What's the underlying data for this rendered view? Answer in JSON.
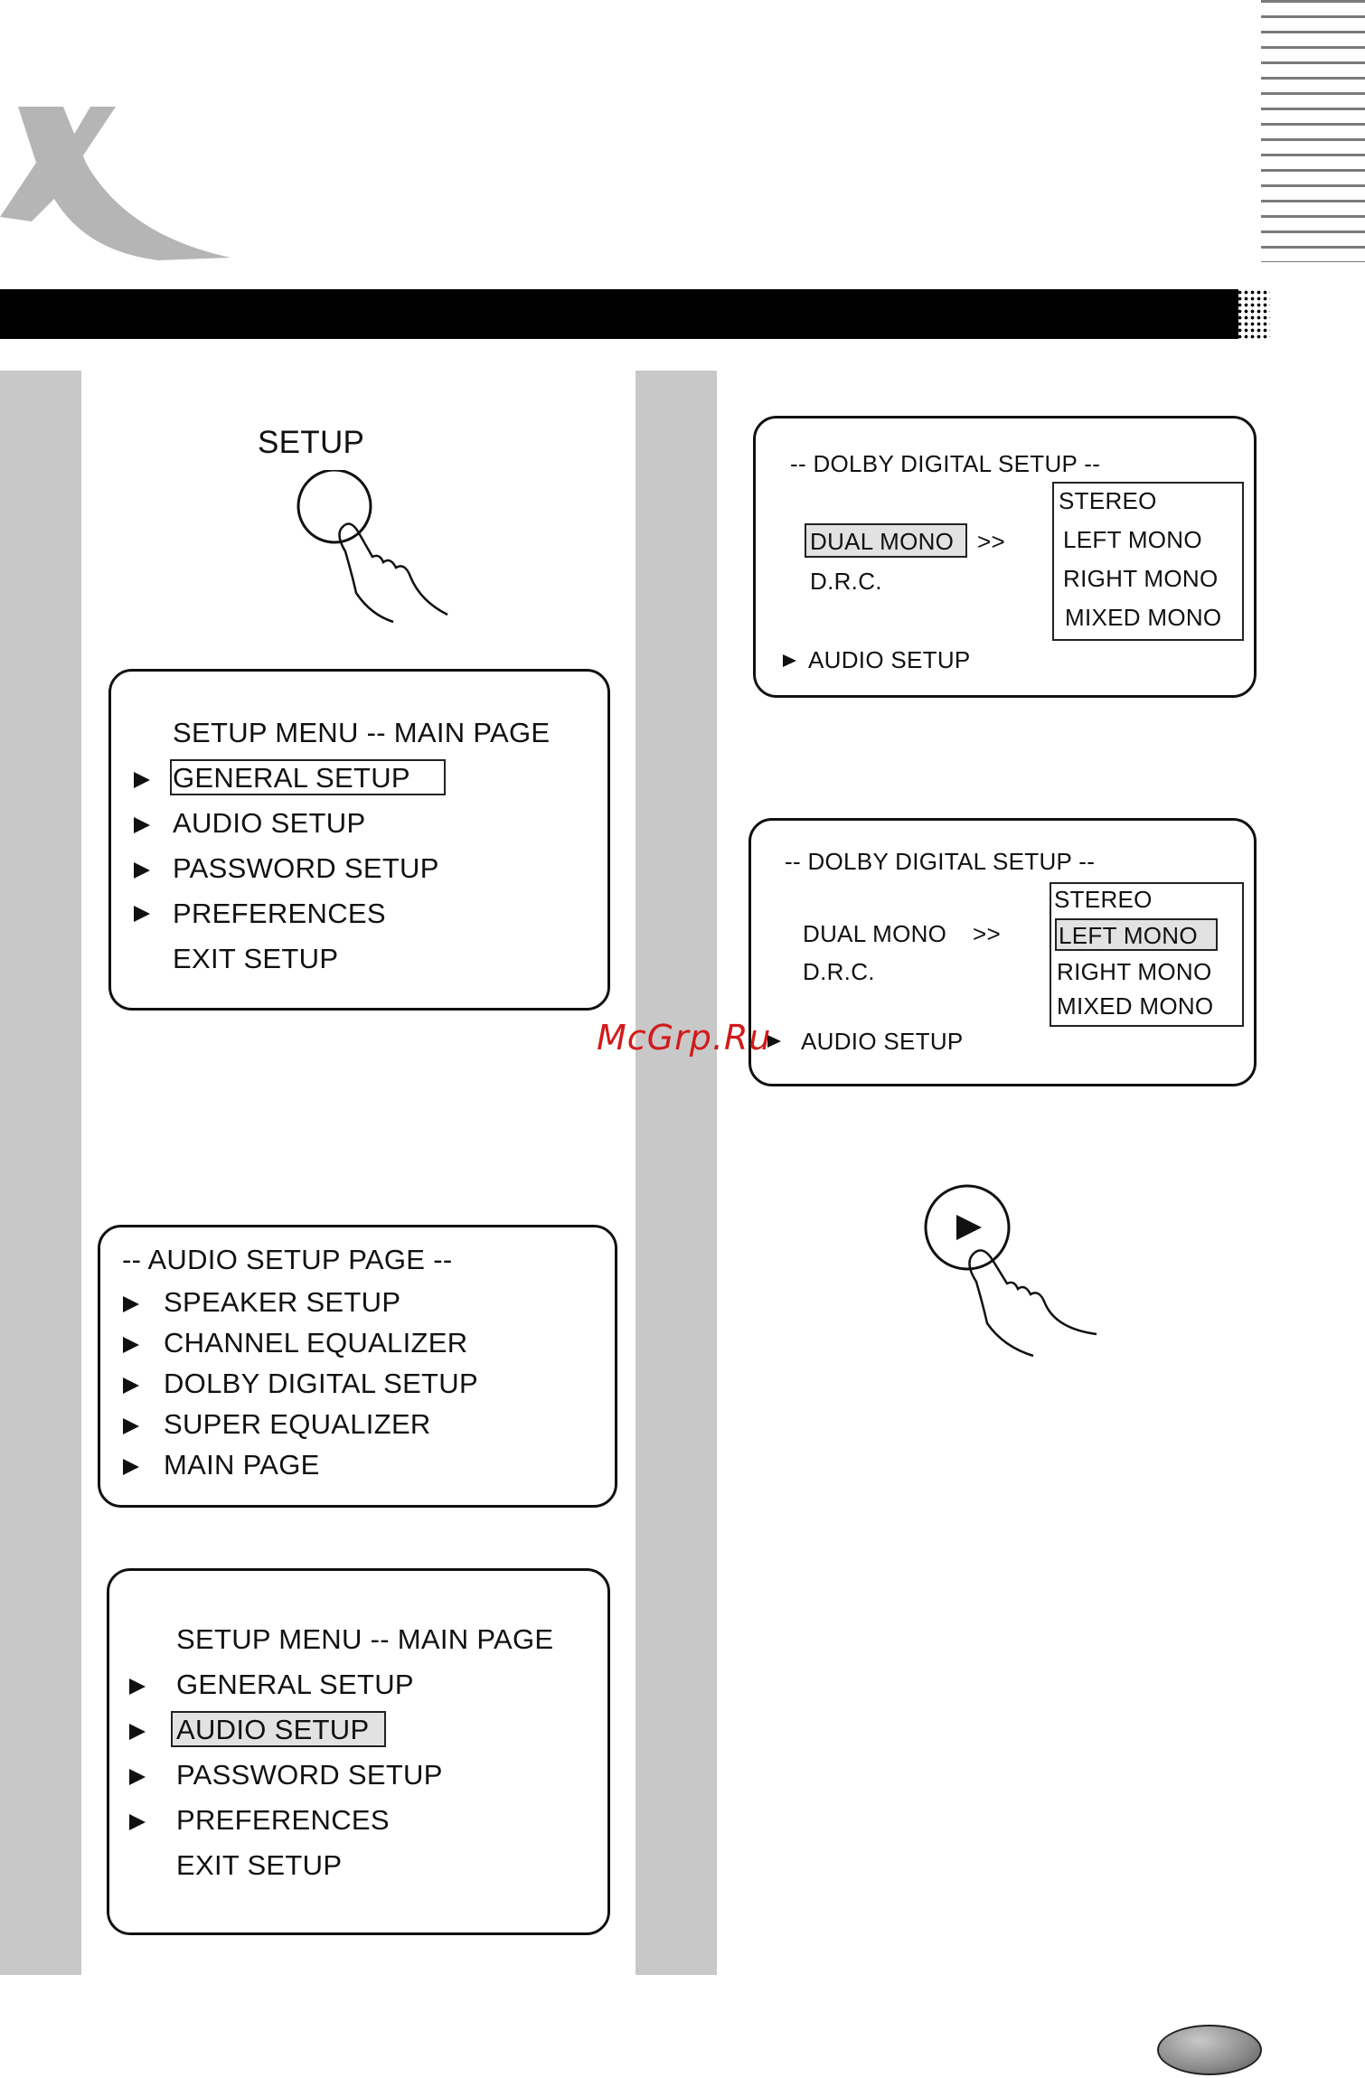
{
  "header": {
    "logo": "x-logo-icon"
  },
  "setup_button": {
    "label": "SETUP",
    "icon": "hand-press-icon"
  },
  "main_menu_1": {
    "title": "SETUP MENU -- MAIN PAGE",
    "items": [
      "GENERAL  SETUP",
      "AUDIO SETUP",
      "PASSWORD SETUP",
      "PREFERENCES",
      "EXIT SETUP"
    ],
    "selected": "GENERAL  SETUP"
  },
  "audio_page": {
    "title": "-- AUDIO SETUP PAGE --",
    "items": [
      "SPEAKER SETUP",
      "CHANNEL EQUALIZER",
      "DOLBY DIGITAL SETUP",
      "SUPER EQUALIZER",
      "MAIN PAGE"
    ]
  },
  "main_menu_2": {
    "title": "SETUP MENU -- MAIN PAGE",
    "items": [
      "GENERAL  SETUP",
      "AUDIO SETUP",
      "PASSWORD SETUP",
      "PREFERENCES",
      "EXIT SETUP"
    ],
    "selected": "AUDIO SETUP"
  },
  "dolby_1": {
    "title": "-- DOLBY DIGITAL SETUP --",
    "dual_mono": "DUAL MONO",
    "chevron": ">>",
    "drc": "D.R.C.",
    "audio_setup": "AUDIO SETUP",
    "options": [
      "STEREO",
      "LEFT MONO",
      "RIGHT MONO",
      "MIXED MONO"
    ],
    "selected": "DUAL MONO"
  },
  "dolby_2": {
    "title": "-- DOLBY DIGITAL SETUP --",
    "dual_mono": "DUAL MONO",
    "chevron": ">>",
    "drc": "D.R.C.",
    "audio_setup": "AUDIO SETUP",
    "options": [
      "STEREO",
      "LEFT MONO",
      "RIGHT MONO",
      "MIXED MONO"
    ],
    "selected": "LEFT MONO"
  },
  "play_button": {
    "icon": "play-icon",
    "hand": "hand-press-icon"
  },
  "watermark": "McGrp.Ru"
}
